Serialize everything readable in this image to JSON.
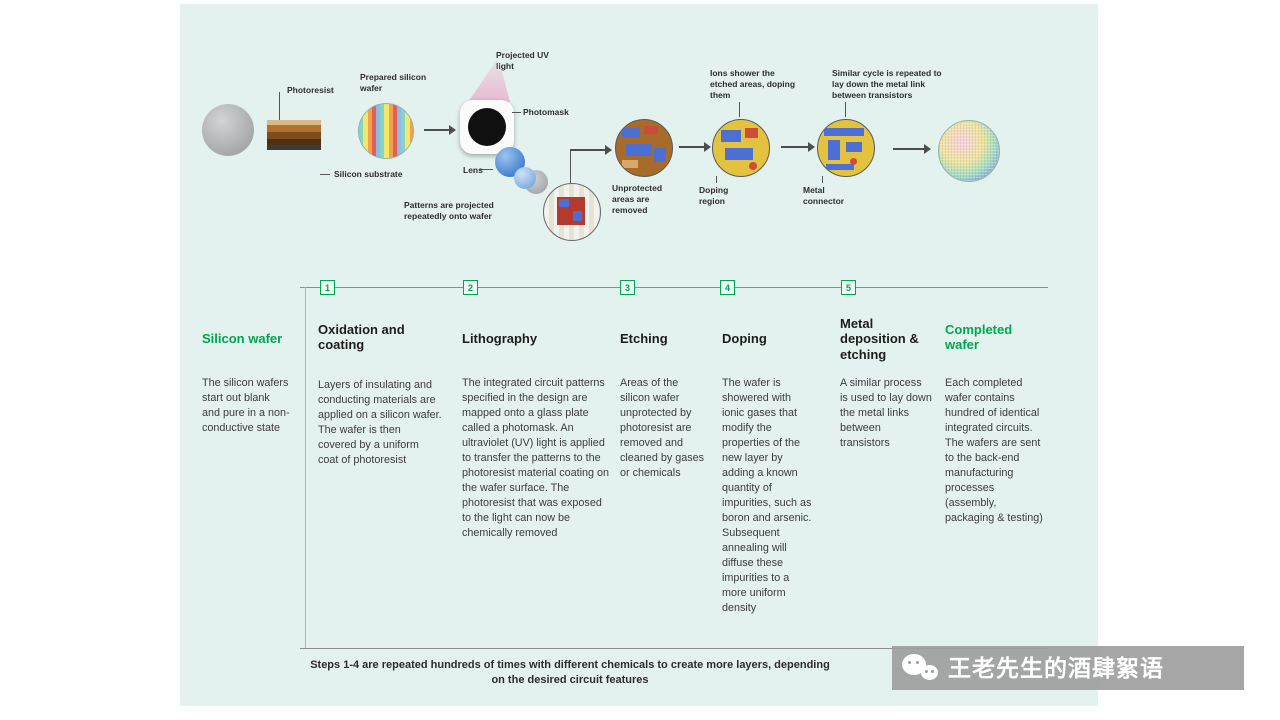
{
  "colors": {
    "background": "#e3f2ee",
    "accent_green": "#00a551",
    "text_dark": "#2e2e2e"
  },
  "diagram": {
    "labels": {
      "photoresist": "Photoresist",
      "silicon_substrate": "Silicon substrate",
      "prepared_silicon_wafer": "Prepared silicon wafer",
      "projected_uv_light": "Projected UV light",
      "photomask": "Photomask",
      "lens": "Lens",
      "patterns_projected": "Patterns are projected repeatedly onto wafer",
      "unprotected_removed": "Unprotected areas are removed",
      "doping_region": "Doping region",
      "ions_shower": "Ions shower the etched areas, doping them",
      "metal_connector": "Metal connector",
      "similar_cycle": "Similar cycle is repeated to lay down the metal link between transistors"
    }
  },
  "timeline": {
    "steps": [
      "1",
      "2",
      "3",
      "4",
      "5"
    ]
  },
  "columns": [
    {
      "title": "Silicon wafer",
      "body": "The silicon wafers start out blank and pure in a non-conductive state"
    },
    {
      "title": "Oxidation and coating",
      "body": "Layers of insulating and conducting materials are applied on a silicon wafer. The wafer is then covered by a uniform coat of photoresist"
    },
    {
      "title": "Lithography",
      "body": "The integrated circuit patterns specified in the design are mapped onto a glass plate called a photomask. An ultraviolet (UV) light is applied to transfer the patterns to the photoresist material coating on the wafer surface. The photoresist that was exposed to the light can now be chemically removed"
    },
    {
      "title": "Etching",
      "body": "Areas of the silicon wafer unprotected by photoresist are removed and cleaned by gases or chemicals"
    },
    {
      "title": "Doping",
      "body": "The wafer is showered with ionic gases that modify the properties of the new layer by adding a known quantity of impurities, such as boron and arsenic. Subsequent annealing will diffuse these impurities to a more uniform density"
    },
    {
      "title": "Metal deposition & etching",
      "body": "A similar process is used to lay down the metal links between transistors"
    },
    {
      "title": "Completed wafer",
      "body": "Each completed wafer contains hundred of identical integrated circuits. The wafers are sent to the back-end manufacturing processes (assembly, packaging & testing)"
    }
  ],
  "footer": {
    "note": "Steps 1-4  are repeated hundreds of times with different chemicals to create more layers, depending on the desired circuit features"
  },
  "watermark": {
    "text": "王老先生的酒肆絮语"
  }
}
